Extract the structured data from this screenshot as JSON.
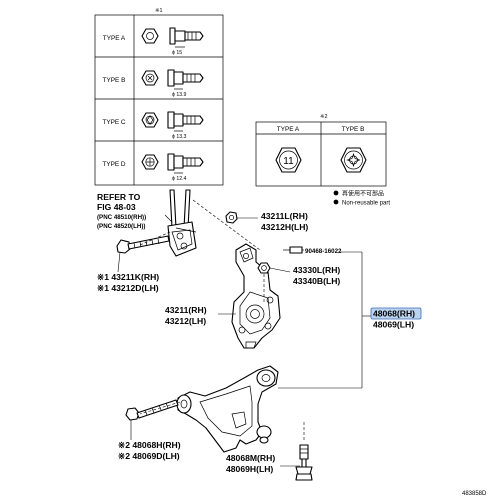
{
  "bolt_types": {
    "note_mark": "※1",
    "items": [
      {
        "label": "TYPE A",
        "dimension": "ϕ 15"
      },
      {
        "label": "TYPE B",
        "dimension": "ϕ 13.9"
      },
      {
        "label": "TYPE C",
        "dimension": "ϕ 13.3"
      },
      {
        "label": "TYPE D",
        "dimension": "ϕ 12.4"
      }
    ]
  },
  "nut_types": {
    "note_mark": "※2",
    "items": [
      {
        "label": "TYPE A"
      },
      {
        "label": "TYPE B"
      }
    ]
  },
  "legend": {
    "reuse_jp": "再使用不可部品",
    "reuse_en": "Non-reusable part"
  },
  "refer": {
    "line1": "REFER TO",
    "line2": "FIG 48-03",
    "line3": "(PNC 48510(RH))",
    "line4": "(PNC 48520(LH))"
  },
  "parts": {
    "p43211L": "43211L(RH)",
    "p43212H": "43212H(LH)",
    "p90468": "90468-16022",
    "p43330L": "43330L(RH)",
    "p43340B": "43340B(LH)",
    "p43211K": "※1 43211K(RH)",
    "p43212D": "※1 43212D(LH)",
    "p43211": "43211(RH)",
    "p43212": "43212(LH)",
    "p48068": "48068(RH)",
    "p48069": "48069(LH)",
    "p48068H": "※2 48068H(RH)",
    "p48069D": "※2 48069D(LH)",
    "p48068M": "48068M(RH)",
    "p48069H": "48069H(LH)"
  },
  "footer_code": "483858D"
}
